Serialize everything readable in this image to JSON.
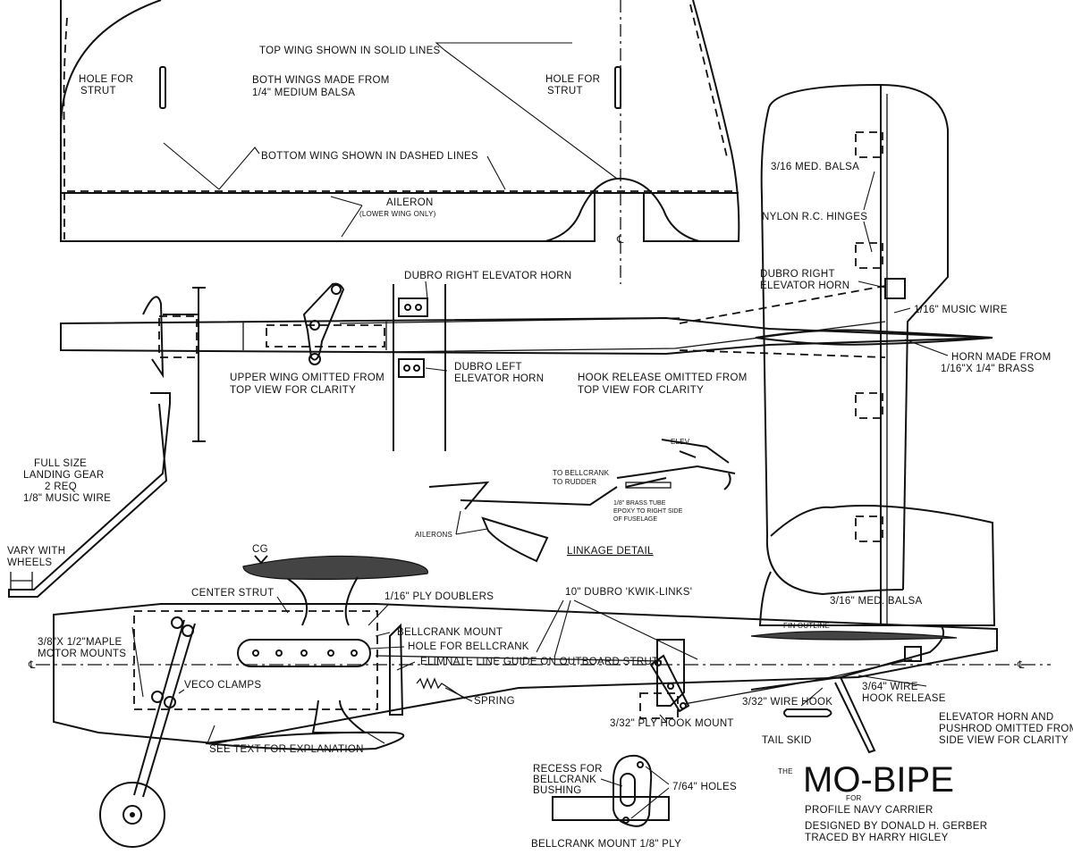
{
  "title": {
    "the": "THE",
    "name": "MO-BIPE",
    "for": "FOR",
    "subtitle": "PROFILE NAVY CARRIER",
    "designer": "DESIGNED BY DONALD H. GERBER",
    "tracer": "TRACED BY HARRY HIGLEY"
  },
  "wing_labels": {
    "hole_left": [
      "HOLE FOR",
      "STRUT"
    ],
    "hole_right": [
      "HOLE FOR",
      "STRUT"
    ],
    "top_wing": "TOP WING SHOWN IN SOLID LINES",
    "both_wings": [
      "BOTH WINGS MADE FROM",
      "1/4\" MEDIUM BALSA"
    ],
    "bottom_wing": "BOTTOM WING SHOWN IN DASHED LINES",
    "aileron": "AILERON",
    "aileron_note": "(LOWER WING ONLY)",
    "centerline": "℄"
  },
  "stab_labels": {
    "balsa_top": "3/16 MED. BALSA",
    "hinges": "NYLON R.C. HINGES",
    "right_horn": [
      "DUBRO RIGHT",
      "ELEVATOR HORN"
    ],
    "music_wire": "1/16\" MUSIC WIRE",
    "horn_made": [
      "HORN MADE FROM",
      "1/16\"X 1/4\" BRASS"
    ],
    "balsa_fin": "3/16\" MED.  BALSA",
    "fin_outline": "FIN OUTLINE"
  },
  "top_view_labels": {
    "right_horn_top": "DUBRO RIGHT ELEVATOR HORN",
    "left_horn": [
      "DUBRO LEFT",
      "ELEVATOR HORN"
    ],
    "upper_wing_omitted": [
      "UPPER WING OMITTED FROM",
      "TOP VIEW FOR CLARITY"
    ],
    "hook_release_omitted": [
      "HOOK RELEASE OMITTED FROM",
      "TOP VIEW FOR CLARITY"
    ]
  },
  "gear_labels": {
    "full_size": [
      "FULL SIZE",
      "LANDING GEAR",
      "2 REQ",
      "1/8\" MUSIC WIRE"
    ],
    "vary": [
      "VARY WITH",
      "WHEELS"
    ]
  },
  "linkage_labels": {
    "elev": "ELEV.",
    "to_bellcrank": "TO BELLCRANK",
    "to_rudder": "TO RUDDER",
    "brass_tube": [
      "1/8\" BRASS TUBE",
      "EPOXY TO RIGHT SIDE",
      "OF FUSELAGE"
    ],
    "ailerons": "AILERONS",
    "detail": "LINKAGE DETAIL"
  },
  "side_view_labels": {
    "cg": "CG",
    "center_strut": "CENTER STRUT",
    "ply_doublers": "1/16\" PLY DOUBLERS",
    "kwik_links": "10\" DUBRO 'KWIK-LINKS'",
    "bellcrank_mount": "BELLCRANK MOUNT",
    "hole_bellcrank": "HOLE FOR BELLCRANK",
    "eliminate": "ELIMNATE LINE GUIDE ON OUTBOARD STRUT",
    "maple": [
      "3/8\"X 1/2\"MAPLE",
      "MOTOR MOUNTS"
    ],
    "veco": "VECO CLAMPS",
    "spring": "SPRING",
    "see_text": "SEE TEXT FOR EXPLANATION",
    "ply_hook_mount": "3/32\" PLY HOOK MOUNT",
    "wire_hook": "3/32\" WIRE HOOK",
    "hook_release": [
      "3/64\" WIRE",
      "HOOK RELEASE"
    ],
    "tail_skid": "TAIL SKID",
    "elevator_omitted": [
      "ELEVATOR HORN AND",
      "PUSHROD OMITTED FROM",
      "SIDE VIEW FOR CLARITY"
    ],
    "centerline": "℄"
  },
  "mount_labels": {
    "recess": [
      "RECESS FOR",
      "BELLCRANK",
      "BUSHING"
    ],
    "holes": "7/64\" HOLES",
    "caption": "BELLCRANK MOUNT 1/8\" PLY"
  }
}
